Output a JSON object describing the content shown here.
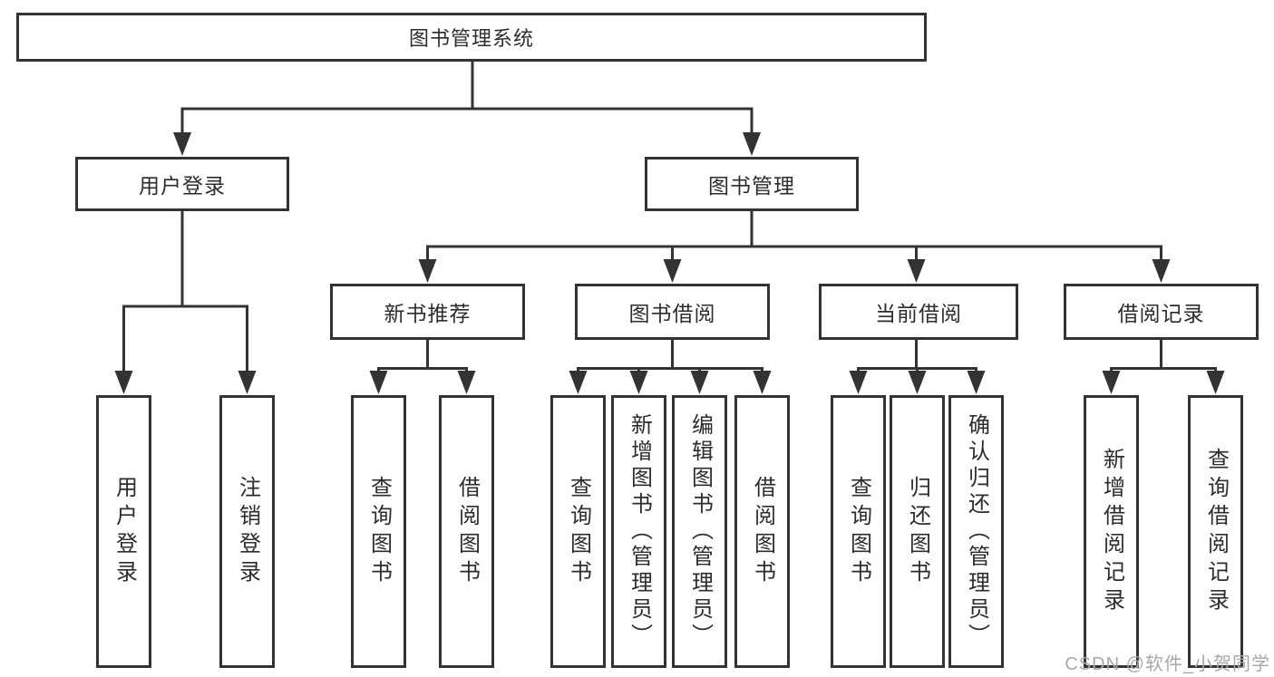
{
  "diagram": {
    "root": {
      "label": "图书管理系统"
    },
    "level2": [
      {
        "label": "用户登录"
      },
      {
        "label": "图书管理"
      }
    ],
    "level3": [
      {
        "label": "新书推荐"
      },
      {
        "label": "图书借阅"
      },
      {
        "label": "当前借阅"
      },
      {
        "label": "借阅记录"
      }
    ],
    "leaves": [
      {
        "label": "用户登录"
      },
      {
        "label": "注销登录"
      },
      {
        "label": "查询图书"
      },
      {
        "label": "借阅图书"
      },
      {
        "label": "查询图书"
      },
      {
        "label": "新增图书（管理员）"
      },
      {
        "label": "编辑图书（管理员）"
      },
      {
        "label": "借阅图书"
      },
      {
        "label": "查询图书"
      },
      {
        "label": "归还图书"
      },
      {
        "label": "确认归还（管理员）"
      },
      {
        "label": "新增借阅记录"
      },
      {
        "label": "查询借阅记录"
      }
    ],
    "watermark": "CSDN @软件_小贺同学",
    "colors": {
      "line": "#333333",
      "text": "#2d2d2d",
      "background": "#ffffff",
      "watermark": "#a8a8a8"
    }
  }
}
